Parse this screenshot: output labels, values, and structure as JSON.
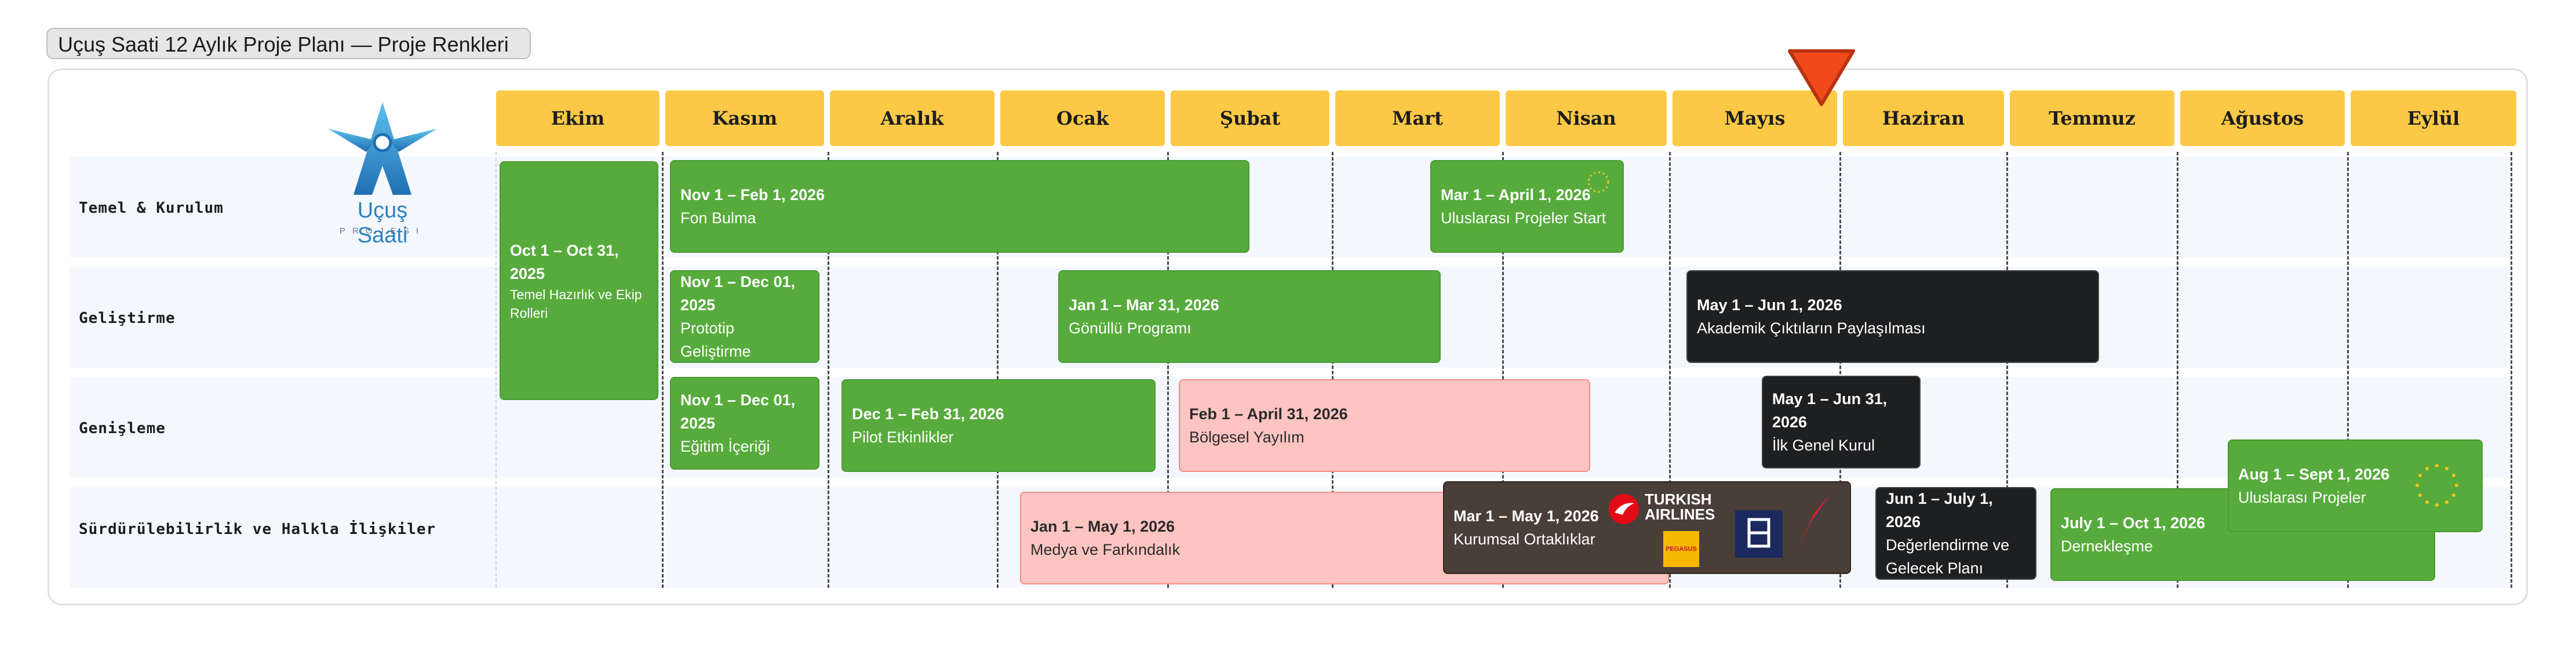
{
  "title": "Uçuş Saati 12 Aylık Proje Planı — Proje Renkleri",
  "logo": {
    "text": "Uçuş Saati",
    "sub": "PROJESI"
  },
  "months": [
    "Ekim",
    "Kasım",
    "Aralık",
    "Ocak",
    "Şubat",
    "Mart",
    "Nisan",
    "Mayıs",
    "Haziran",
    "Temmuz",
    "Ağustos",
    "Eylül"
  ],
  "lanes": [
    {
      "label": "Temel & Kurulum"
    },
    {
      "label": "Geliştirme"
    },
    {
      "label": "Genişleme"
    },
    {
      "label": "Sürdürülebilirlik ve Halkla İlişkiler"
    }
  ],
  "tasks": [
    {
      "id": "temel-hazirlik",
      "date": "Oct 1 – Oct 31, 2025",
      "name": "Temel Hazırlık ve Ekip Rolleri",
      "color": "green",
      "lane": 0
    },
    {
      "id": "fon-bulma",
      "date": "Nov 1 – Feb 1, 2026",
      "name": "Fon Bulma",
      "color": "green",
      "lane": 0
    },
    {
      "id": "uluslarasi-start",
      "date": "Mar 1 – April 1, 2026",
      "name": "Uluslarası Projeler Start",
      "color": "green",
      "lane": 0
    },
    {
      "id": "prototip",
      "date": "Nov 1 – Dec 01, 2025",
      "name": "Prototip Geliştirme",
      "color": "green",
      "lane": 1
    },
    {
      "id": "gonullu",
      "date": "Jan 1 – Mar 31, 2026",
      "name": "Gönüllü Programı",
      "color": "green",
      "lane": 1
    },
    {
      "id": "akademik",
      "date": "May 1 – Jun 1, 2026",
      "name": "Akademik Çıktıların Paylaşılması",
      "color": "black",
      "lane": 1
    },
    {
      "id": "egitim",
      "date": "Nov 1 – Dec 01, 2025",
      "name": "Eğitim İçeriği",
      "color": "green",
      "lane": 2
    },
    {
      "id": "pilot",
      "date": "Dec 1 – Feb 31, 2026",
      "name": "Pilot Etkinlikler",
      "color": "green",
      "lane": 2
    },
    {
      "id": "bolgesel",
      "date": "Feb 1 – April 31, 2026",
      "name": "Bölgesel Yayılım",
      "color": "pink",
      "lane": 2
    },
    {
      "id": "genel-kurul",
      "date": "May 1 – Jun 31, 2026",
      "name": "İlk Genel Kurul",
      "color": "black",
      "lane": 2
    },
    {
      "id": "uluslarasi-projeler",
      "date": "Aug 1 – Sept 1, 2026",
      "name": "Uluslarası Projeler",
      "color": "green",
      "lane": 2
    },
    {
      "id": "medya",
      "date": "Jan 1 – May 1, 2026",
      "name": "Medya ve Farkındalık",
      "color": "pink",
      "lane": 3
    },
    {
      "id": "kurumsal",
      "date": "Mar 1 – May 1, 2026",
      "name": "Kurumsal Ortaklıklar",
      "color": "brown",
      "lane": 3
    },
    {
      "id": "degerlendirme",
      "date": "Jun 1 – July 1, 2026",
      "name": "Değerlendirme ve Gelecek Planı",
      "color": "black",
      "lane": 3
    },
    {
      "id": "dernek",
      "date": "July 1 – Oct 1, 2026",
      "name": "Dernekleşme",
      "color": "green",
      "lane": 3
    }
  ],
  "sponsors": {
    "turkish_airlines": "TURKISH AIRLINES",
    "pegasus": "PEGASUS"
  },
  "colors": {
    "green": "#57ab3c",
    "pink": "#fdc4c1",
    "black": "#1e1f21",
    "brown": "#4a3f38",
    "month": "#fcc947",
    "marker": "#f04a1c"
  }
}
